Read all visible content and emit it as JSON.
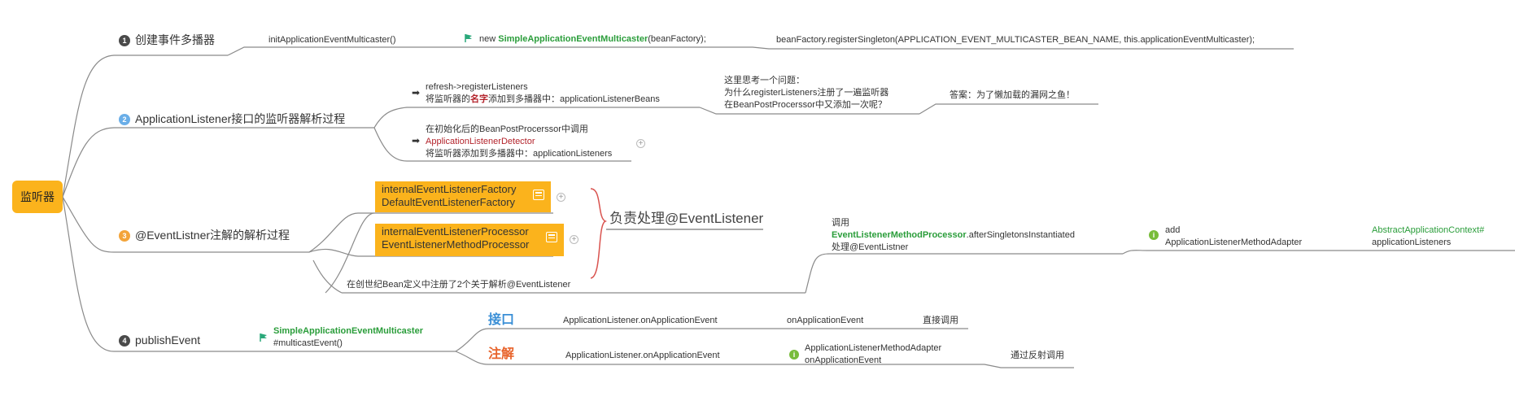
{
  "root": "监听器",
  "branch1": {
    "number": "1",
    "label": "创建事件多播器",
    "call": "initApplicationEventMulticaster()",
    "new_prefix": "new ",
    "new_class": "SimpleApplicationEventMulticaster",
    "new_suffix": "(beanFactory);",
    "register": "beanFactory.registerSingleton(APPLICATION_EVENT_MULTICASTER_BEAN_NAME, this.applicationEventMulticaster);"
  },
  "branch2": {
    "number": "2",
    "label": "ApplicationListener接口的监听器解析过程",
    "item1_line1": "refresh->registerListeners",
    "item1_line2_a": "将监听器的",
    "item1_line2_b": "名字",
    "item1_line2_c": "添加到多播器中：applicationListenerBeans",
    "question_line1": "这里思考一个问题：",
    "question_line2": "为什么registerListeners注册了一遍监听器",
    "question_line3": "在BeanPostProcerssor中又添加一次呢？",
    "answer": "答案：为了懒加载的漏网之鱼！",
    "item2_line1": "在初始化后的BeanPostProcerssor中调用",
    "item2_line2": "ApplicationListenerDetector",
    "item2_line3": "将监听器添加到多播器中：applicationListeners"
  },
  "branch3": {
    "number": "3",
    "label": "@EventListner注解的解析过程",
    "box1_line1": "internalEventListenerFactory",
    "box1_line2": "DefaultEventListenerFactory",
    "box2_line1": "internalEventListenerProcessor",
    "box2_line2": "EventListenerMethodProcessor",
    "brace_label": "负责处理@EventListener",
    "note": "在创世纪Bean定义中注册了2个关于解析@EventListener",
    "call_line1": "调用",
    "call_line2_bold": "EventListenerMethodProcessor",
    "call_line2_rest": ".afterSingletonsInstantiated",
    "call_line3": "处理@EventListner",
    "add_line1": "add",
    "add_line2": "ApplicationListenerMethodAdapter",
    "ctx_line1": "AbstractApplicationContext#",
    "ctx_line2": "applicationListeners"
  },
  "branch4": {
    "number": "4",
    "label": "publishEvent",
    "multicaster_bold": "SimpleApplicationEventMulticaster",
    "multicaster_method": "#multicastEvent()",
    "iface_label": "接口",
    "iface_call": "ApplicationListener.onApplicationEvent",
    "iface_method": "onApplicationEvent",
    "iface_note": "直接调用",
    "anno_label": "注解",
    "anno_call": "ApplicationListener.onApplicationEvent",
    "anno_adapter_line1": "ApplicationListenerMethodAdapter",
    "anno_adapter_line2": "onApplicationEvent",
    "anno_note": "通过反射调用"
  },
  "colors": {
    "root": "#fbb31c",
    "box": "#fbb31c",
    "green": "#2a9d3a",
    "red": "#b3232b",
    "blue_label": "#3a8fd6",
    "orange_label": "#e8632b",
    "brace": "#d9534f"
  }
}
